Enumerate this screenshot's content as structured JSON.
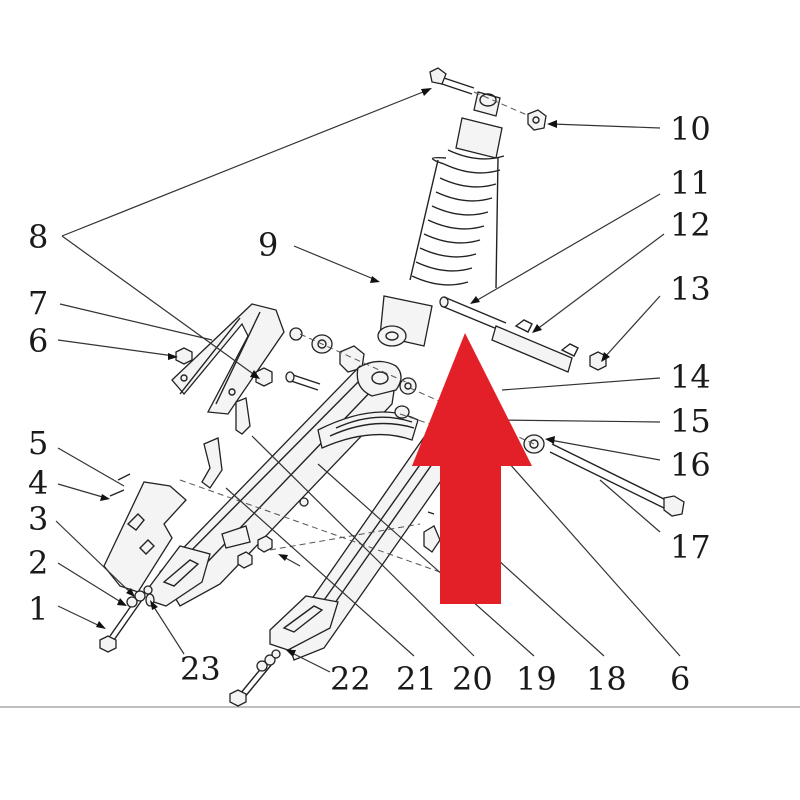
{
  "labels": [
    "1",
    "2",
    "3",
    "4",
    "5",
    "6",
    "7",
    "8",
    "9",
    "10",
    "11",
    "12",
    "13",
    "14",
    "15",
    "16",
    "17",
    "18",
    "6",
    "19",
    "20",
    "21",
    "22",
    "23"
  ],
  "colors": {
    "highlight_arrow": "#e32027",
    "line": "#222222",
    "background": "#ffffff"
  }
}
